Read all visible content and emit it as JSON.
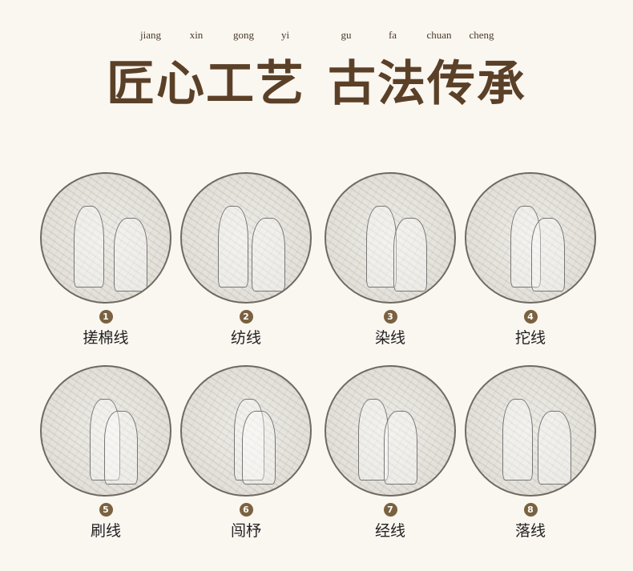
{
  "header": {
    "pinyin": [
      "jiang",
      "xin",
      "gong",
      "yi",
      "gu",
      "fa",
      "chuan",
      "cheng"
    ],
    "title_part1": "匠心工艺",
    "title_part2": "古法传承",
    "title_color": "#5b4028"
  },
  "steps": [
    {
      "number": "1",
      "label": "搓棉线"
    },
    {
      "number": "2",
      "label": "纺线"
    },
    {
      "number": "3",
      "label": "染线"
    },
    {
      "number": "4",
      "label": "拕线"
    },
    {
      "number": "5",
      "label": "刷线"
    },
    {
      "number": "6",
      "label": "闯杼"
    },
    {
      "number": "7",
      "label": "经线"
    },
    {
      "number": "8",
      "label": "落线"
    }
  ]
}
